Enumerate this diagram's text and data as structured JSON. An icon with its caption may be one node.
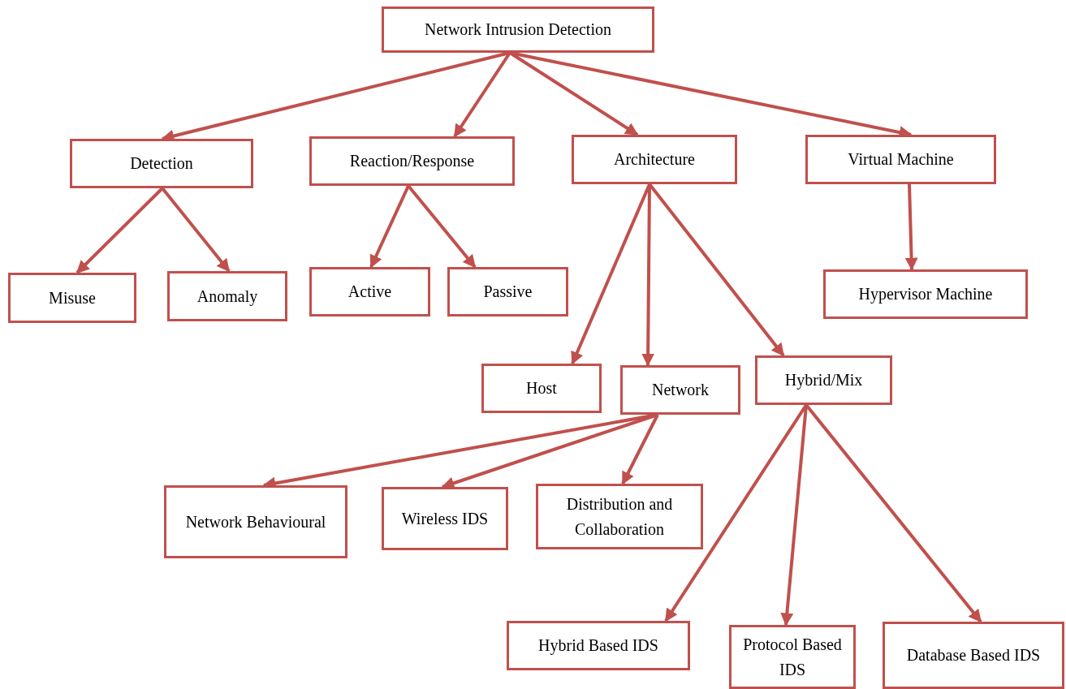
{
  "diagram": {
    "nodes": [
      {
        "text": [
          "Network Intrusion Detection"
        ]
      },
      {
        "text": [
          "Detection"
        ]
      },
      {
        "text": [
          "Reaction/Response"
        ]
      },
      {
        "text": [
          "Architecture"
        ]
      },
      {
        "text": [
          "Virtual Machine"
        ]
      },
      {
        "text": [
          "Misuse"
        ]
      },
      {
        "text": [
          "Anomaly"
        ]
      },
      {
        "text": [
          "Active"
        ]
      },
      {
        "text": [
          "Passive"
        ]
      },
      {
        "text": [
          "Hypervisor Machine"
        ]
      },
      {
        "text": [
          "Host"
        ]
      },
      {
        "text": [
          "Network"
        ]
      },
      {
        "text": [
          "Hybrid/Mix"
        ]
      },
      {
        "text": [
          "Network Behavioural"
        ]
      },
      {
        "text": [
          "Wireless IDS"
        ]
      },
      {
        "text": [
          "Distribution and Collaboration"
        ]
      },
      {
        "text": [
          "Hybrid Based IDS"
        ]
      },
      {
        "text": [
          "Protocol Based IDS"
        ]
      },
      {
        "text": [
          "Database Based IDS"
        ]
      }
    ],
    "edges": [
      {
        "from": 0,
        "to": 1,
        "arrow": "to"
      },
      {
        "from": 0,
        "to": 2,
        "arrow": "to"
      },
      {
        "from": 0,
        "to": 3,
        "arrow": "to"
      },
      {
        "from": 0,
        "to": 4,
        "arrow": "to"
      },
      {
        "from": 1,
        "to": 5,
        "arrow": "to"
      },
      {
        "from": 1,
        "to": 6,
        "arrow": "to"
      },
      {
        "from": 2,
        "to": 7,
        "arrow": "to"
      },
      {
        "from": 2,
        "to": 8,
        "arrow": "to"
      },
      {
        "from": 3,
        "to": 10,
        "arrow": "to"
      },
      {
        "from": 3,
        "to": 11,
        "arrow": "to"
      },
      {
        "from": 3,
        "to": 12,
        "arrow": "to"
      },
      {
        "from": 4,
        "to": 9,
        "arrow": "to"
      },
      {
        "from": 11,
        "to": 13,
        "arrow": "to"
      },
      {
        "from": 11,
        "to": 14,
        "arrow": "to"
      },
      {
        "from": 11,
        "to": 15,
        "arrow": "to"
      },
      {
        "from": 12,
        "to": 16,
        "arrow": "to"
      },
      {
        "from": 12,
        "to": 17,
        "arrow": "to"
      },
      {
        "from": 12,
        "to": 18,
        "arrow": "to"
      }
    ]
  }
}
